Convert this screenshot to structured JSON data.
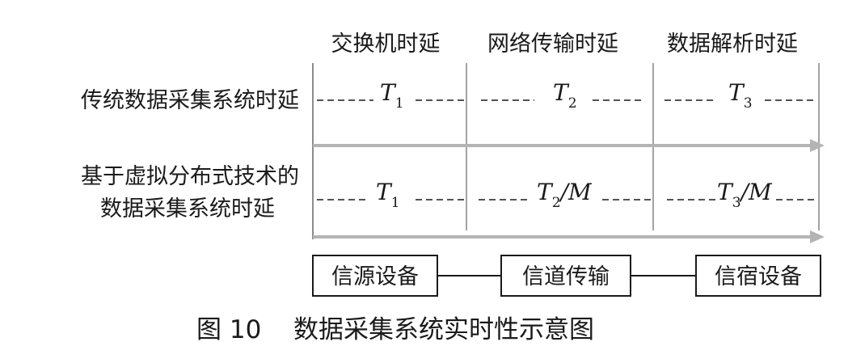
{
  "stages": [
    {
      "label": "交换机时延"
    },
    {
      "label": "网络传输时延"
    },
    {
      "label": "数据解析时延"
    }
  ],
  "rows": [
    {
      "label_lines": [
        "传统数据采集系统时延"
      ],
      "cells": [
        {
          "symbol": "T",
          "subscript": "1",
          "suffix": ""
        },
        {
          "symbol": "T",
          "subscript": "2",
          "suffix": ""
        },
        {
          "symbol": "T",
          "subscript": "3",
          "suffix": ""
        }
      ]
    },
    {
      "label_lines": [
        "基于虚拟分布式技术的",
        "数据采集系统时延"
      ],
      "cells": [
        {
          "symbol": "T",
          "subscript": "1",
          "suffix": ""
        },
        {
          "symbol": "T",
          "subscript": "2",
          "suffix": "/M"
        },
        {
          "symbol": "T",
          "subscript": "3",
          "suffix": "/M"
        }
      ]
    }
  ],
  "devices": [
    {
      "label": "信源设备"
    },
    {
      "label": "信道传输"
    },
    {
      "label": "信宿设备"
    }
  ],
  "caption": {
    "number": "图 10",
    "title": "数据采集系统实时性示意图"
  },
  "colors": {
    "ink": "#1a1a1a",
    "arrow": "#b4b4b4",
    "divider": "#8c8c8c"
  }
}
